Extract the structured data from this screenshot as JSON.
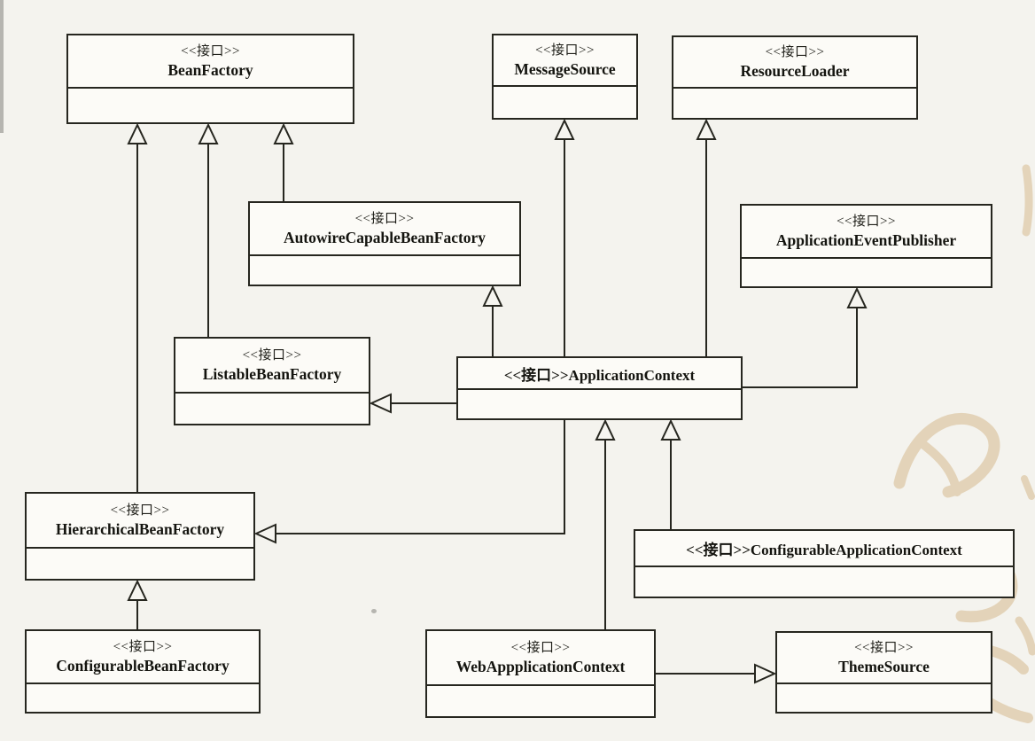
{
  "diagram": {
    "type": "uml-class-diagram",
    "language_note": "interface stereotype shown in Chinese",
    "nodes": {
      "beanFactory": {
        "stereotype": "<<接口>>",
        "name": "BeanFactory"
      },
      "messageSource": {
        "stereotype": "<<接口>>",
        "name": "MessageSource"
      },
      "resourceLoader": {
        "stereotype": "<<接口>>",
        "name": "ResourceLoader"
      },
      "autowireCapableBeanFactory": {
        "stereotype": "<<接口>>",
        "name": "AutowireCapableBeanFactory"
      },
      "applicationEventPublisher": {
        "stereotype": "<<接口>>",
        "name": "ApplicationEventPublisher"
      },
      "listableBeanFactory": {
        "stereotype": "<<接口>>",
        "name": "ListableBeanFactory"
      },
      "applicationContext": {
        "label": "<<接口>>ApplicationContext"
      },
      "hierarchicalBeanFactory": {
        "stereotype": "<<接口>>",
        "name": "HierarchicalBeanFactory"
      },
      "configurableApplicationContext": {
        "label": "<<接口>>ConfigurableApplicationContext"
      },
      "configurableBeanFactory": {
        "stereotype": "<<接口>>",
        "name": "ConfigurableBeanFactory"
      },
      "webApplicationContext": {
        "stereotype": "<<接口>>",
        "name": "WebAppplicationContext"
      },
      "themeSource": {
        "stereotype": "<<接口>>",
        "name": "ThemeSource"
      }
    },
    "edges": [
      {
        "from": "HierarchicalBeanFactory",
        "to": "BeanFactory",
        "type": "generalization"
      },
      {
        "from": "ListableBeanFactory",
        "to": "BeanFactory",
        "type": "generalization"
      },
      {
        "from": "AutowireCapableBeanFactory",
        "to": "BeanFactory",
        "type": "generalization"
      },
      {
        "from": "ApplicationContext",
        "to": "MessageSource",
        "type": "generalization"
      },
      {
        "from": "ApplicationContext",
        "to": "ResourceLoader",
        "type": "generalization"
      },
      {
        "from": "ApplicationContext",
        "to": "AutowireCapableBeanFactory",
        "type": "generalization"
      },
      {
        "from": "ApplicationContext",
        "to": "ApplicationEventPublisher",
        "type": "generalization"
      },
      {
        "from": "ApplicationContext",
        "to": "ListableBeanFactory",
        "type": "generalization"
      },
      {
        "from": "ApplicationContext",
        "to": "HierarchicalBeanFactory",
        "type": "generalization"
      },
      {
        "from": "WebAppplicationContext",
        "to": "ApplicationContext",
        "type": "generalization"
      },
      {
        "from": "ConfigurableApplicationContext",
        "to": "ApplicationContext",
        "type": "generalization"
      },
      {
        "from": "ConfigurableBeanFactory",
        "to": "HierarchicalBeanFactory",
        "type": "generalization"
      },
      {
        "from": "WebAppplicationContext",
        "to": "ThemeSource",
        "type": "generalization"
      }
    ],
    "colors": {
      "line": "#26261f",
      "box_fill": "#fcfbf7",
      "page_bg": "#f4f3ee",
      "watermark": "#d4b585"
    }
  }
}
